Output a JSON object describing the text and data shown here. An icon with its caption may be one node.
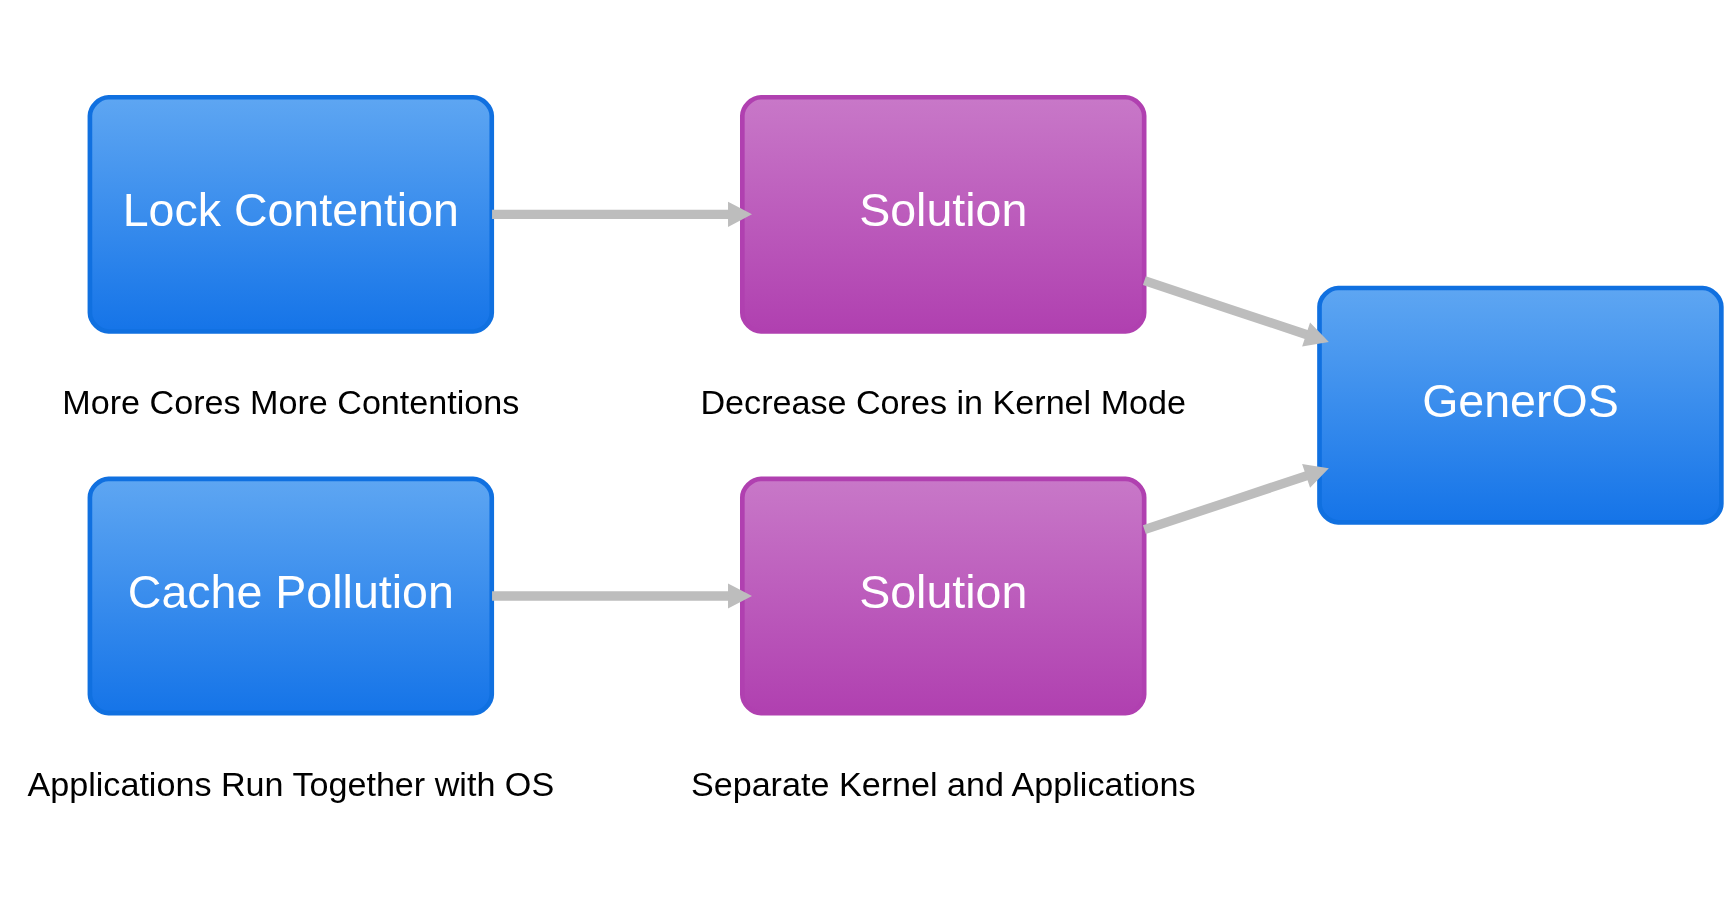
{
  "diagram": {
    "nodes": [
      {
        "text": [
          "Lock Contention"
        ],
        "beside": [
          "More Cores More Contentions"
        ]
      },
      {
        "text": [
          "Solution"
        ],
        "beside": [
          "Decrease Cores in Kernel Mode"
        ]
      },
      {
        "text": [
          "GenerOS"
        ]
      },
      {
        "text": [
          "Cache Pollution"
        ],
        "beside": [
          "Applications Run Together with OS"
        ]
      },
      {
        "text": [
          "Solution"
        ],
        "beside": [
          "Separate Kernel and Applications"
        ]
      }
    ],
    "edges": [
      {
        "from": 0,
        "to": 1,
        "arrow": "to"
      },
      {
        "from": 1,
        "to": 2,
        "arrow": "to"
      },
      {
        "from": 3,
        "to": 4,
        "arrow": "to"
      },
      {
        "from": 4,
        "to": 2,
        "arrow": "to"
      }
    ]
  }
}
